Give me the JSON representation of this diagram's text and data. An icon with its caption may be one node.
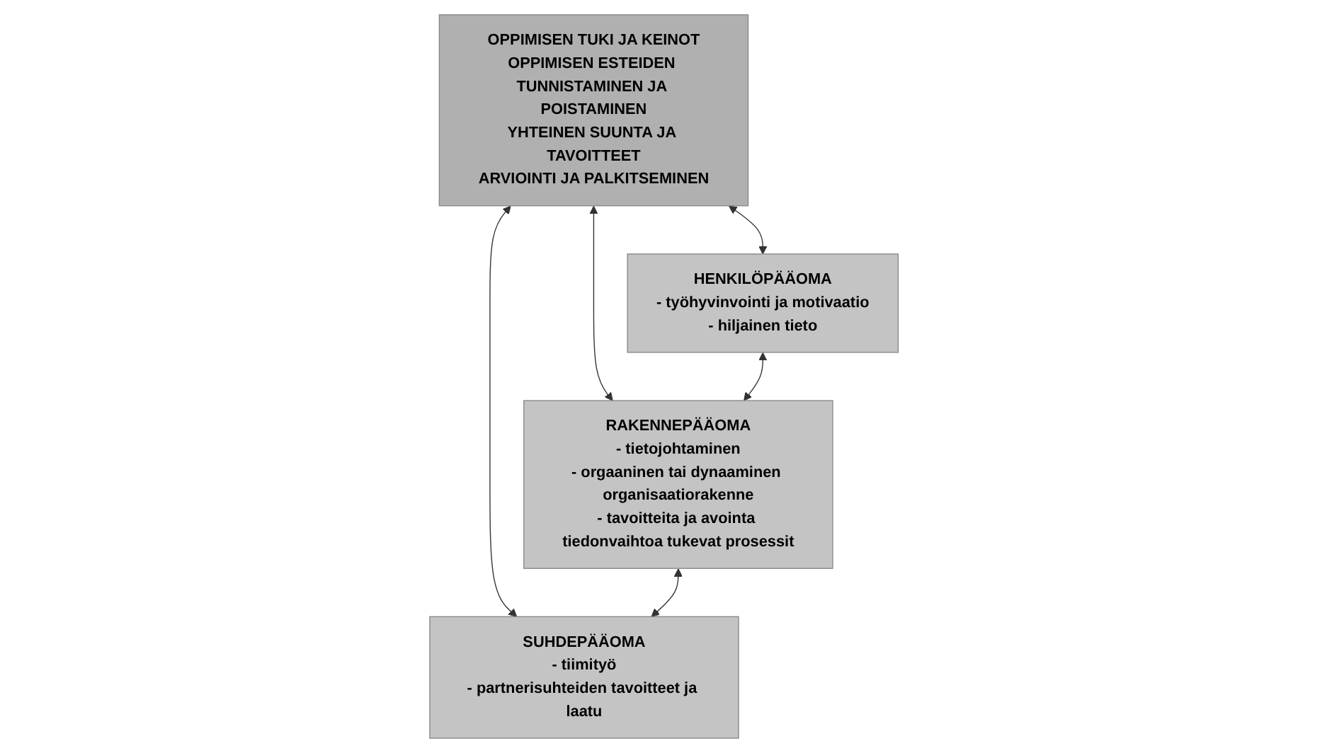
{
  "diagram": {
    "nodes": [
      {
        "text": [
          "OPPIMISEN TUKI JA KEINOT",
          "OPPIMISEN ESTEIDEN TUNNISTAMINEN JA POISTAMINEN",
          "YHTEINEN SUUNTA JA TAVOITTEET",
          "ARVIOINTI JA PALKITSEMINEN"
        ]
      },
      {
        "text": [
          "HENKILÖPÄÄOMA",
          "- työhyvinvointi ja motivaatio",
          "- hiljainen tieto"
        ]
      },
      {
        "text": [
          "RAKENNEPÄÄOMA",
          "- tietojohtaminen",
          "- orgaaninen tai dynaaminen organisaatiorakenne",
          "- tavoitteita ja avointa tiedonvaihtoa tukevat prosessit"
        ]
      },
      {
        "text": [
          "SUHDEPÄÄOMA",
          "- tiimityö",
          "- partnerisuhteiden tavoitteet ja laatu"
        ]
      }
    ],
    "edges": [
      {
        "from": 0,
        "to": 1,
        "arrow": "both"
      },
      {
        "from": 0,
        "to": 2,
        "arrow": "both"
      },
      {
        "from": 0,
        "to": 3,
        "arrow": "both"
      },
      {
        "from": 1,
        "to": 2,
        "arrow": "both"
      },
      {
        "from": 2,
        "to": 3,
        "arrow": "both"
      }
    ]
  }
}
